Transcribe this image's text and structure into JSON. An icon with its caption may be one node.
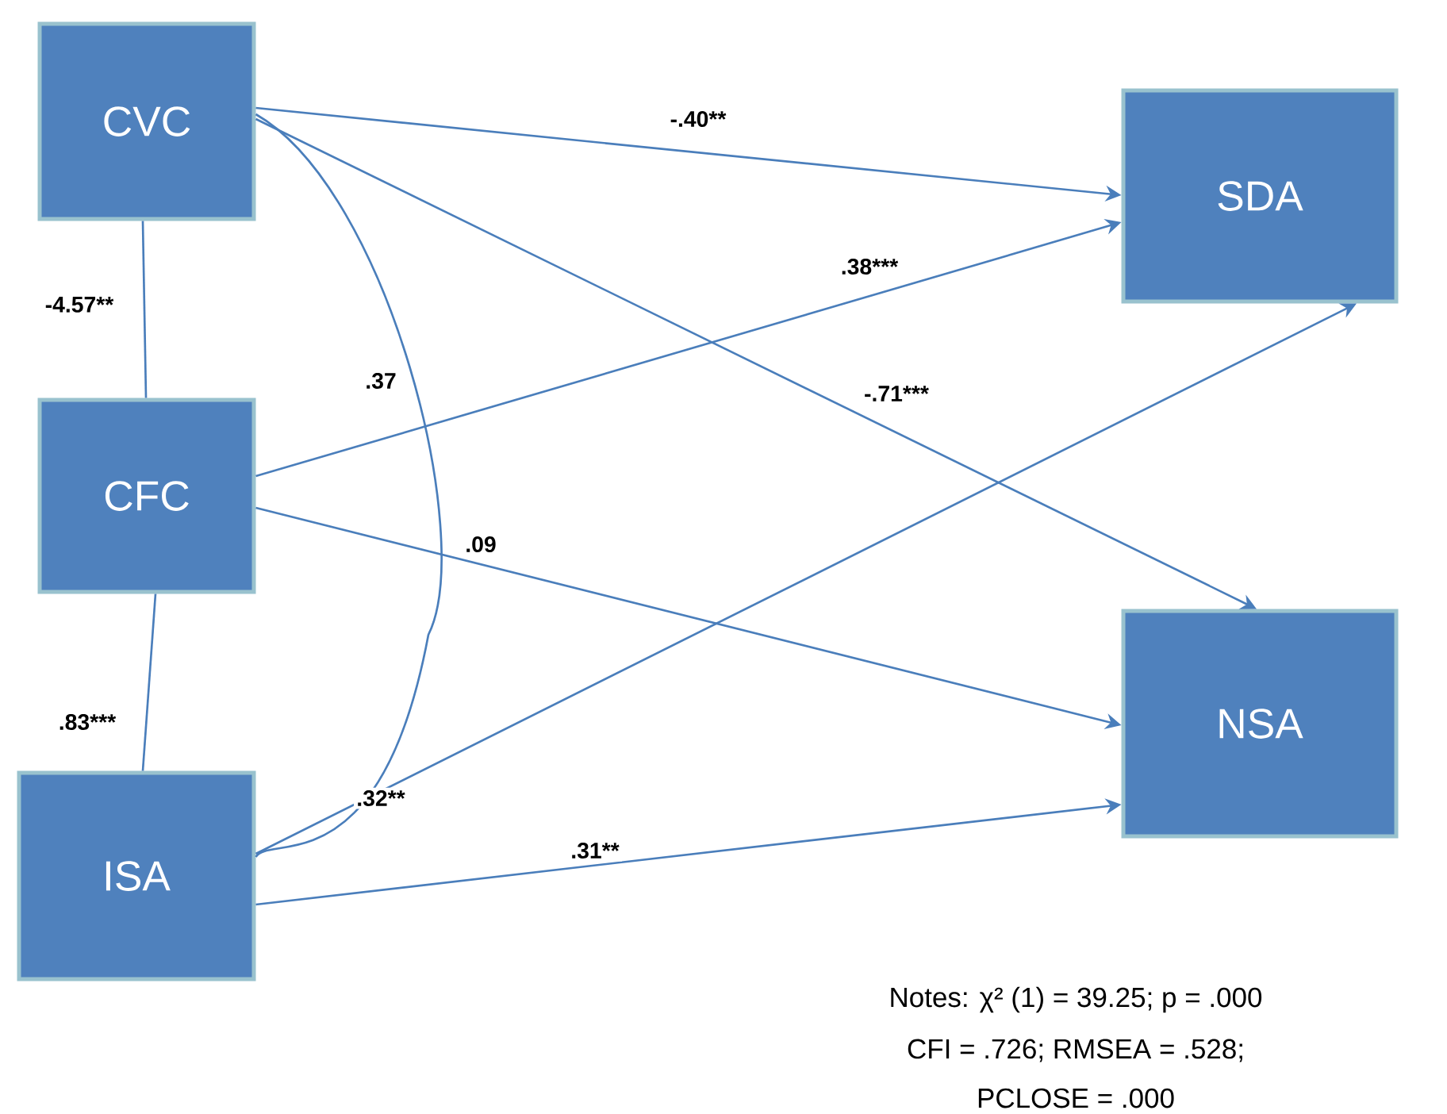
{
  "diagram": {
    "nodes": [
      {
        "text": [
          "CVC"
        ]
      },
      {
        "text": [
          "CFC"
        ]
      },
      {
        "text": [
          "ISA"
        ]
      },
      {
        "text": [
          "SDA"
        ]
      },
      {
        "text": [
          "NSA"
        ]
      }
    ],
    "edges": [
      {
        "from": 0,
        "to": 3,
        "arrow": "to",
        "label": "-.40**"
      },
      {
        "from": 1,
        "to": 3,
        "arrow": "to",
        "label": ".38***"
      },
      {
        "from": 0,
        "to": 4,
        "arrow": "to",
        "label": "-.71***"
      },
      {
        "from": 1,
        "to": 4,
        "arrow": "to",
        "label": ".09"
      },
      {
        "from": 2,
        "to": 3,
        "arrow": "to",
        "label": ".32**"
      },
      {
        "from": 2,
        "to": 4,
        "arrow": "to",
        "label": ".31**"
      },
      {
        "from": 0,
        "to": 1,
        "arrow": "none",
        "label": "-4.57**"
      },
      {
        "from": 1,
        "to": 2,
        "arrow": "none",
        "label": ".83***"
      },
      {
        "from": 0,
        "to": 2,
        "arrow": "none",
        "label": ".37"
      }
    ],
    "labels": [
      "Notes:  χ² (1) = 39.25; p = .000",
      "CFI = .726; RMSEA = .528;",
      "PCLOSE = .000"
    ]
  }
}
